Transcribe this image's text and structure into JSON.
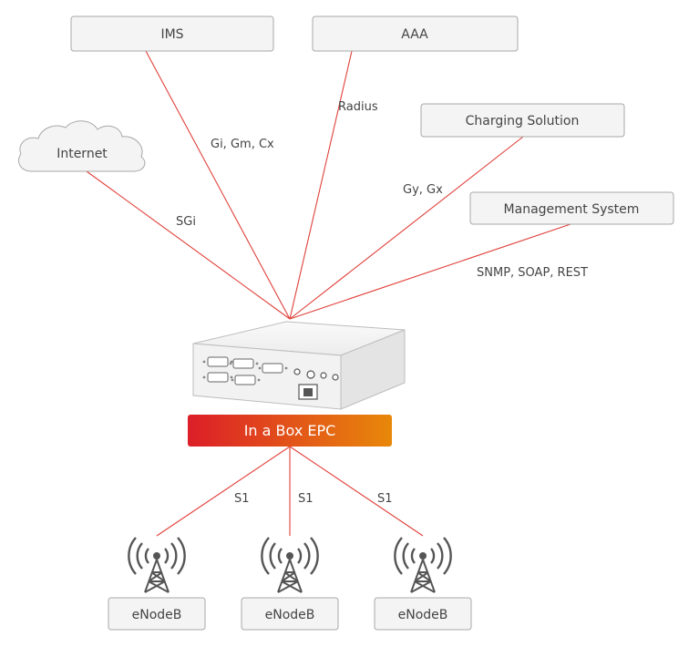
{
  "nodes": {
    "ims": "IMS",
    "aaa": "AAA",
    "internet": "Internet",
    "charging": "Charging Solution",
    "management": "Management System",
    "epc": "In a Box EPC",
    "enodeb_1": "eNodeB",
    "enodeb_2": "eNodeB",
    "enodeb_3": "eNodeB"
  },
  "links": {
    "ims": "Gi, Gm, Cx",
    "aaa": "Radius",
    "internet": "SGi",
    "charging": "Gy, Gx",
    "management": "SNMP, SOAP, REST",
    "s1_left": "S1",
    "s1_mid": "S1",
    "s1_right": "S1"
  },
  "colors": {
    "link_line": "#e0403a",
    "box_fill": "#f4f4f4",
    "box_stroke": "#a8a8a8",
    "epc_gradient_start": "#dc1e28",
    "epc_gradient_end": "#e8880a"
  },
  "icons": {
    "device": "epc-appliance-icon",
    "tower": "antenna-tower-icon",
    "cloud": "cloud-icon"
  }
}
